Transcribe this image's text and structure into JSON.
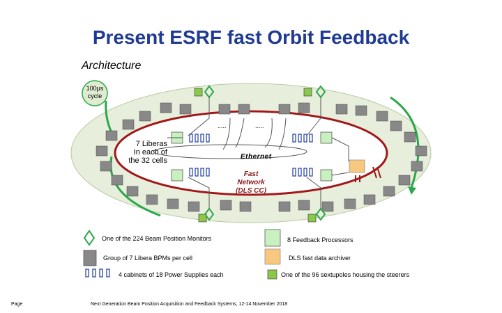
{
  "title": "Present ESRF fast Orbit Feedback",
  "subtitle": "Architecture",
  "diagram": {
    "cycle_line1": "100μs",
    "cycle_line2": "cycle",
    "liberas_line1": "7 Liberas",
    "liberas_line2": "In each of",
    "liberas_line3": "the 32 cells",
    "ethernet_label": "Ethernet",
    "fast_network_line1": "Fast",
    "fast_network_line2": "Network",
    "fast_network_line3": "(DLS CC)",
    "ellipsis_left": ".....",
    "ellipsis_right": "....."
  },
  "legend": {
    "bpm": "One of the 224 Beam Position Monitors",
    "group": "Group of 7 Libera BPMs per cell",
    "cabinets": "4 cabinets of 18 Power Supplies each",
    "processors": "8 Feedback Processors",
    "archiver": "DLS fast data archiver",
    "sextupoles": "One of the 96 sextupoles housing the steerers"
  },
  "footer": {
    "page": "Page",
    "text": "Next Generation Beam Position Acquisition and Feedback Systems, 12-14 November 2018"
  },
  "colors": {
    "title": "#1f3a93",
    "ring": "#e8eedc",
    "network": "#a01818",
    "bpm": "#2aa84a",
    "processor": "#c8f0c0",
    "archiver": "#f8c880",
    "sextupole": "#8ac84a"
  }
}
